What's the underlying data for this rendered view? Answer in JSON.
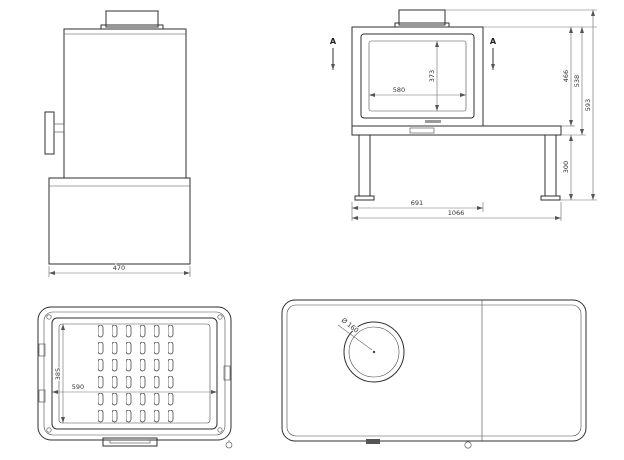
{
  "page": {
    "background": "#ffffff",
    "line_color": "#2f2f2f",
    "dim_color": "#6a6a6a"
  },
  "views": {
    "side": {
      "dims": {
        "depth": "470"
      }
    },
    "front": {
      "section_left": "A",
      "section_right": "A",
      "dims": {
        "glass_width": "580",
        "glass_height": "373",
        "body_height": "466",
        "bench_height": "538",
        "total_height": "593",
        "leg_height": "300",
        "firebox_width": "691",
        "total_width": "1066"
      }
    },
    "plan_interior": {
      "dims": {
        "width": "590",
        "depth": "385"
      }
    },
    "plan_top": {
      "dims": {
        "flue_diameter": "Ø 160"
      }
    }
  }
}
